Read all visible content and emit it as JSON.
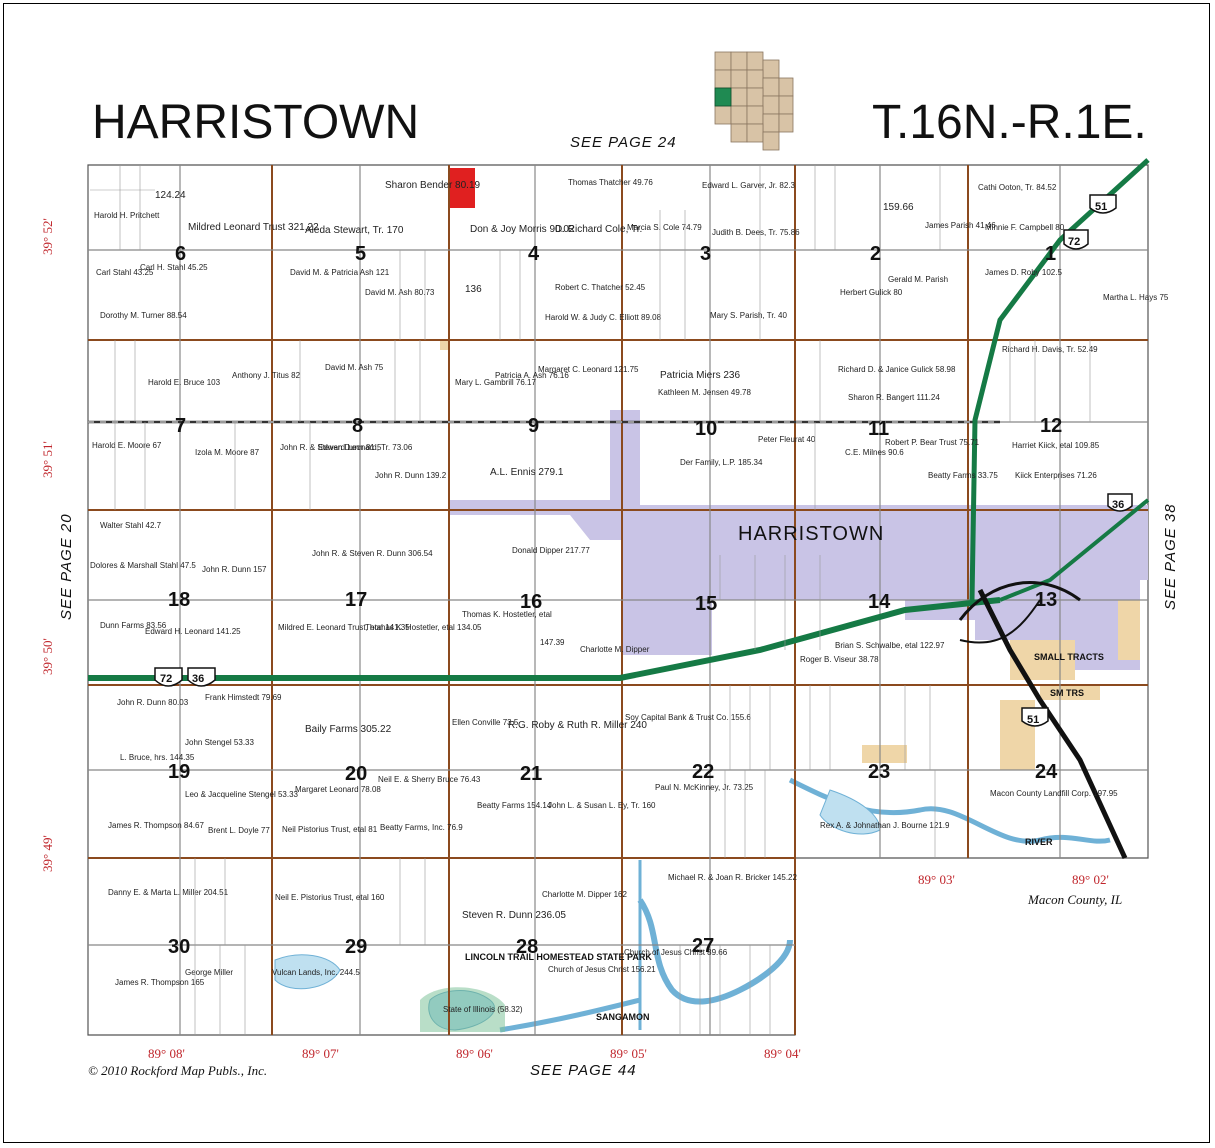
{
  "header": {
    "township_name": "HARRISTOWN",
    "township_range": "T.16N.-R.1E.",
    "see_top": "SEE   PAGE  24",
    "see_bottom": "SEE   PAGE  44",
    "see_left": "SEE   PAGE   20",
    "see_right": "SEE   PAGE   38"
  },
  "coordinates": {
    "lat": [
      "39° 52'",
      "39° 51'",
      "39° 50'",
      "39° 49'"
    ],
    "lon": [
      "89° 08'",
      "89° 07'",
      "89° 06'",
      "89° 05'",
      "89° 04'",
      "89° 03'",
      "89° 02'"
    ]
  },
  "footer": {
    "copyright": "© 2010 Rockford Map Publs., Inc.",
    "county": "Macon County, IL"
  },
  "town": {
    "name": "HARRISTOWN"
  },
  "highways": [
    "72",
    "36",
    "51"
  ],
  "sections": [
    "6",
    "5",
    "4",
    "3",
    "2",
    "1",
    "7",
    "8",
    "9",
    "10",
    "11",
    "12",
    "18",
    "17",
    "16",
    "15",
    "14",
    "13",
    "19",
    "20",
    "21",
    "22",
    "23",
    "24",
    "30",
    "29",
    "28",
    "27"
  ],
  "parcels": [
    "124.24",
    "Harold H. Pritchett",
    "Mildred Leonard Trust 321.22",
    "Carl Stahl 43.25",
    "Carl H. Stahl 45.25",
    "Dorothy M. Turner 88.54",
    "Aleda Stewart, Tr. 170",
    "Sharon Bender 80.19",
    "David M. & Patricia Ash 121",
    "David M. Ash 80.73",
    "Don & Joy Morris 90.02",
    "D. Richard Cole, Tr.",
    "Robert C. Thatcher 52.45",
    "Harold W. & Judy C. Elliott 89.08",
    "136",
    "Thomas Thatcher 49.76",
    "Edward L. Garver, Jr. 82.3",
    "Marcia S. Cole 74.79",
    "Judith B. Dees, Tr. 75.86",
    "Mary S. Parish, Tr. 40",
    "159.66",
    "Herbert Gulick 80",
    "Gerald M. Parish",
    "James Parish 41.46",
    "Cathi Ooton, Tr. 84.52",
    "Minnie F. Campbell 80",
    "James D. Roby 102.5",
    "Martha L. Hays 75",
    "Harold E. Bruce 103",
    "Anthony J. Titus 82",
    "David M. Ash 75",
    "Mary L. Gambrill 76.17",
    "Patricia A. Ash 76.16",
    "Margaret C. Leonard 121.75",
    "Patricia Miers 236",
    "Kathleen M. Jensen 49.78",
    "Richard D. & Janice Gulick 58.98",
    "Sharon R. Bangert 111.24",
    "Richard H. Davis, Tr. 52.49",
    "Harold E. Moore 67",
    "Izola M. Moore 87",
    "John R. & Steven Dunn 81.5",
    "Edward Leonard, Tr. 73.06",
    "John R. Dunn 139.2",
    "A.L. Ennis 279.1",
    "Der Family, L.P. 185.34",
    "Peter Fleurat 40",
    "C.E. Milnes 90.6",
    "Robert P. Bear Trust 75.71",
    "Beatty Farms 33.75",
    "Harriet Kiick, etal 109.85",
    "Kiick Enterprises 71.26",
    "Walter Stahl 42.7",
    "Dolores & Marshall Stahl 47.5",
    "John R. Dunn 157",
    "John R. & Steven R. Dunn 306.54",
    "Donald Dipper 217.77",
    "Thomas K. Hostetler, etal",
    "Dunn Farms 83.56",
    "Edward H. Leonard 141.25",
    "Mildred E. Leonard Trust, etal 141.35",
    "Thomas K. Hostetler, etal 134.05",
    "147.39",
    "Charlotte M. Dipper",
    "Brian S. Schwalbe, etal 122.97",
    "Roger B. Viseur 38.78",
    "John R. Dunn 80.03",
    "Frank Himstedt 79.69",
    "Baily Farms 305.22",
    "Ellen Conville 73.5",
    "R.G. Roby & Ruth R. Miller 240",
    "Soy Capital Bank & Trust Co. 155.6",
    "L. Bruce, hrs. 144.35",
    "John Stengel 53.33",
    "Leo & Jacqueline Stengel 53.33",
    "Margaret Leonard 78.08",
    "Neil E. & Sherry Bruce 76.43",
    "James R. Thompson 84.67",
    "Brent L. Doyle 77",
    "Neil Pistorius Trust, etal 81",
    "Beatty Farms, Inc. 76.9",
    "Beatty Farms 154.14",
    "John L. & Susan L. Ey, Tr. 160",
    "Paul N. McKinney, Jr. 73.25",
    "Rex A. & Johnathan J. Bourne 121.9",
    "Macon County Landfill Corp. 197.95",
    "Danny E. & Marta L. Miller 204.51",
    "Neil E. Pistorius Trust, etal 160",
    "Steven R. Dunn 236.05",
    "Charlotte M. Dipper 162",
    "Michael R. & Joan R. Bricker 145.22",
    "James R. Thompson 165",
    "George Miller",
    "Vulcan Lands, Inc. 244.5",
    "Church of Jesus Christ 156.21",
    "Church of Jesus Christ 89.66",
    "LINCOLN TRAIL HOMESTEAD STATE PARK",
    "State of Illinois (58.32)",
    "SANGAMON",
    "RIVER",
    "SMALL TRACTS",
    "SM TRS"
  ]
}
